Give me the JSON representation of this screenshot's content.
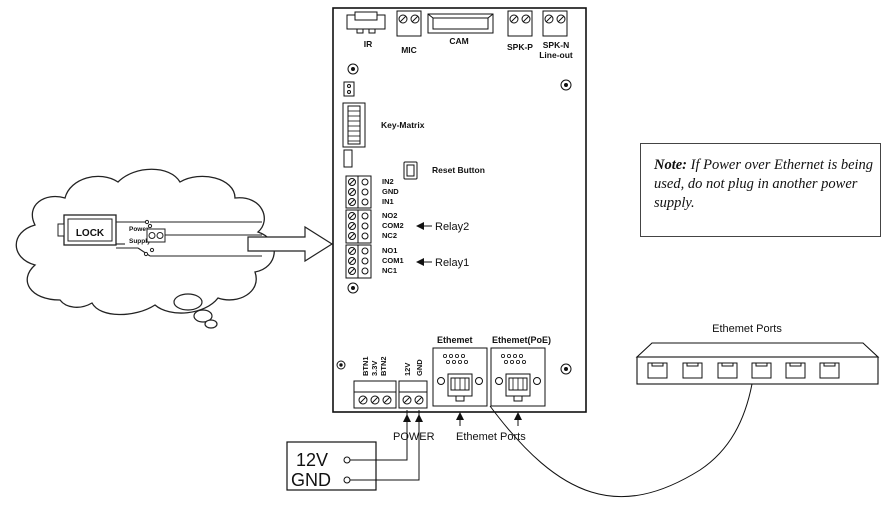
{
  "board": {
    "top": {
      "ir": "IR",
      "mic": "MIC",
      "cam": "CAM",
      "spk_p": "SPK-P",
      "spk_n": "SPK-N",
      "line_out": "Line-out"
    },
    "key_matrix": "Key-Matrix",
    "reset_button": "Reset Button",
    "inputs": [
      "IN2",
      "GND",
      "IN1"
    ],
    "relay2_pins": [
      "NO2",
      "COM2",
      "NC2"
    ],
    "relay1_pins": [
      "NO1",
      "COM1",
      "NC1"
    ],
    "relay2_label": "Relay2",
    "relay1_label": "Relay1",
    "bottom_pins": [
      "BTN1",
      "3.3V",
      "BTN2",
      "12V",
      "GND"
    ],
    "ethernet_label": "Ethemet",
    "ethernet_poe_label": "Ethemet(PoE)"
  },
  "annotations": {
    "power": "POWER",
    "ethernet_ports": "Ethemet Ports"
  },
  "power_supply": {
    "v12": "12V",
    "gnd": "GND"
  },
  "lock_cloud": {
    "lock": "LOCK",
    "power": "Power",
    "supply": "Supply"
  },
  "switch": {
    "title": "Ethemet Ports"
  },
  "note": {
    "bold": "Note:",
    "text": " If Power over Ethernet is being used, do not plug in another power supply."
  }
}
